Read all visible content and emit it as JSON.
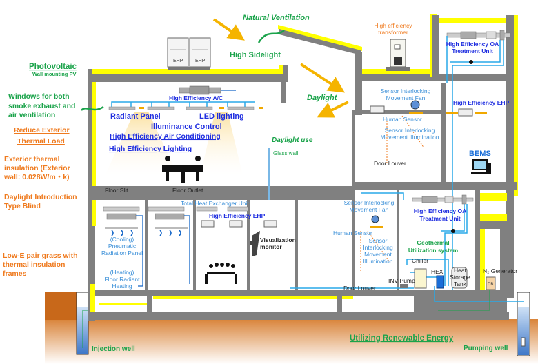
{
  "top": {
    "natural_ventilation": "Natural Ventilation",
    "high_sidelight": "High Sidelight",
    "daylight": "Daylight",
    "daylight_use": "Daylight use",
    "glass_wall": "Glass wall",
    "ehp_unit_label": "EHP",
    "transformer": [
      "High efficiency",
      "transformer"
    ]
  },
  "left_notes": {
    "photovoltaic": "Photovoltaic",
    "wall_pv": "Wall mounting PV",
    "windows": [
      "Windows for both",
      "smoke exhaust and",
      "air ventilation"
    ],
    "reduce_load": [
      "Reduce Exterior",
      "Thermal Load"
    ],
    "insulation": [
      "Exterior thermal",
      "insulation (Exterior",
      "wall: 0.028W/m・k)"
    ],
    "blind": [
      "Daylight Introduction",
      "Type Blind"
    ],
    "lowe": [
      "Low-E pair grass with",
      "thermal insulation",
      "frames"
    ]
  },
  "office": {
    "ac": "High Efficiency A/C",
    "radiant_panel": "Radiant Panel",
    "led": "LED lighting",
    "illuminance": "Illuminance Control",
    "hvac_link": "High Efficiency Air Conditioning",
    "lighting_link": "High Efficiency Lighting",
    "floor_slit": "Floor Slit",
    "floor_outlet": "Floor Outlet"
  },
  "lower_left": {
    "total_heat": "Total Heat Exchanger Unit",
    "ehp": "High Efficiency EHP",
    "cooling": [
      "(Cooling)",
      "Pneumatic",
      "Radiation Panel"
    ],
    "heating": [
      "(Heating)",
      "Floor Radiant",
      "Heating"
    ],
    "visualization": [
      "Visualization",
      "monitor"
    ]
  },
  "right_upper": {
    "oa_unit": [
      "High Efficiency OA",
      "Treatment Unit"
    ],
    "fan": [
      "Sensor Interlocking",
      "Movement Fan"
    ],
    "ehp": "High Efficiency EHP",
    "human_sensor": "Human Sensor",
    "illum": [
      "Sensor Interlocking",
      "Movement Illumination"
    ],
    "bems": "BEMS",
    "door_louver": "Door Louver"
  },
  "right_lower": {
    "fan": [
      "Sensor Interlocking",
      "Movement Fan"
    ],
    "oa_unit": [
      "High Efficiency OA",
      "Treatment Unit"
    ],
    "human_sensor": "Human Sensor",
    "illum": [
      "Sensor",
      "Interlocking",
      "Movement",
      "Illumination"
    ],
    "geothermal": [
      "Geothermal",
      "Utilization system"
    ],
    "chiller": "Chiller",
    "inv_pump": "INV Pump",
    "hex": "HEX",
    "tank": [
      "Heat",
      "Storage",
      "Tank"
    ],
    "n2": "N₂ Generator",
    "n2_display": "DB",
    "door_louver": "Door Louver"
  },
  "bottom": {
    "injection_well": "Injection well",
    "renewable": "Utilizing Renewable Energy",
    "pumping_well": "Pumping well"
  },
  "colors": {
    "insulation": "#ffff00",
    "structure": "#808080",
    "pipe": "#29a9e8",
    "ground": "#d9843a",
    "daylight_arrow": "#f5b400"
  }
}
